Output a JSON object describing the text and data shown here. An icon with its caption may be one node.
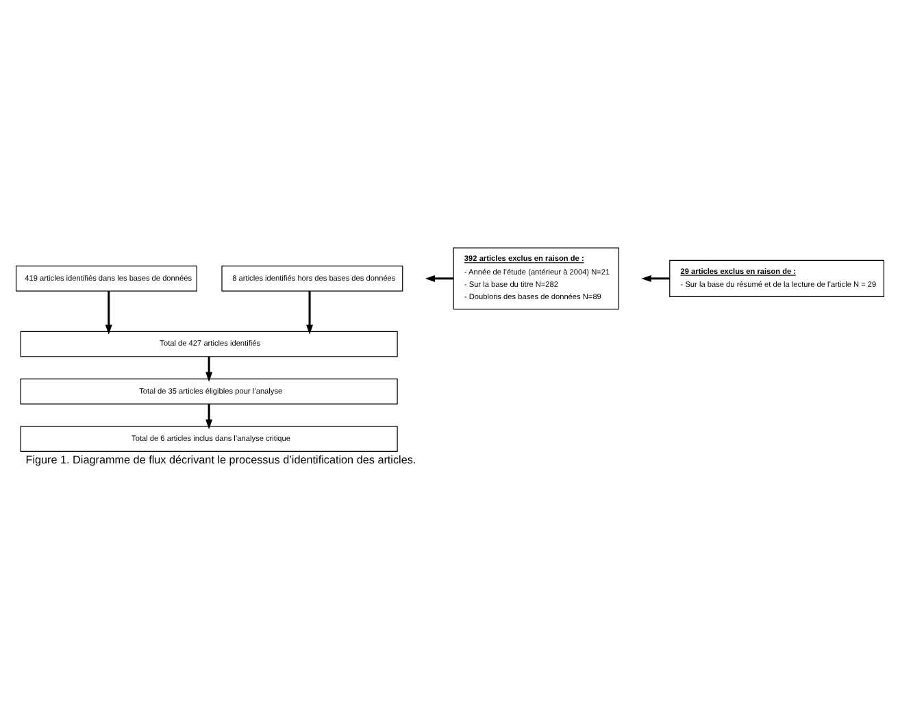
{
  "diagram": {
    "caption": "Figure 1. Diagramme de flux décrivant le processus d’identification des articles.",
    "nodes": [
      {
        "text": [
          "419 articles identifiés dans les bases de données"
        ]
      },
      {
        "text": [
          "8 articles identifiés hors des bases des données"
        ]
      },
      {
        "text": [
          "Total de 427 articles identifiés"
        ]
      },
      {
        "text": [
          "392 articles exclus en raison de :",
          "- Année de l’étude (antérieur à 2004) N=21",
          "- Sur la base du titre N=282",
          "- Doublons des bases de données N=89"
        ]
      },
      {
        "text": [
          "Total de 35 articles éligibles pour l’analyse"
        ]
      },
      {
        "text": [
          "29 articles exclus en raison de :",
          "- Sur la base du résumé et de la lecture de l’article N = 29"
        ]
      },
      {
        "text": [
          "Total de 6 articles inclus dans l’analyse critique"
        ]
      }
    ],
    "edges": [
      {
        "from": 0,
        "to": 2,
        "arrow": "to"
      },
      {
        "from": 1,
        "to": 2,
        "arrow": "to"
      },
      {
        "from": 2,
        "to": 4,
        "arrow": "to"
      },
      {
        "from": 3,
        "to": null,
        "arrow": "to"
      },
      {
        "from": 4,
        "to": 6,
        "arrow": "to"
      },
      {
        "from": 5,
        "to": null,
        "arrow": "to"
      }
    ]
  }
}
